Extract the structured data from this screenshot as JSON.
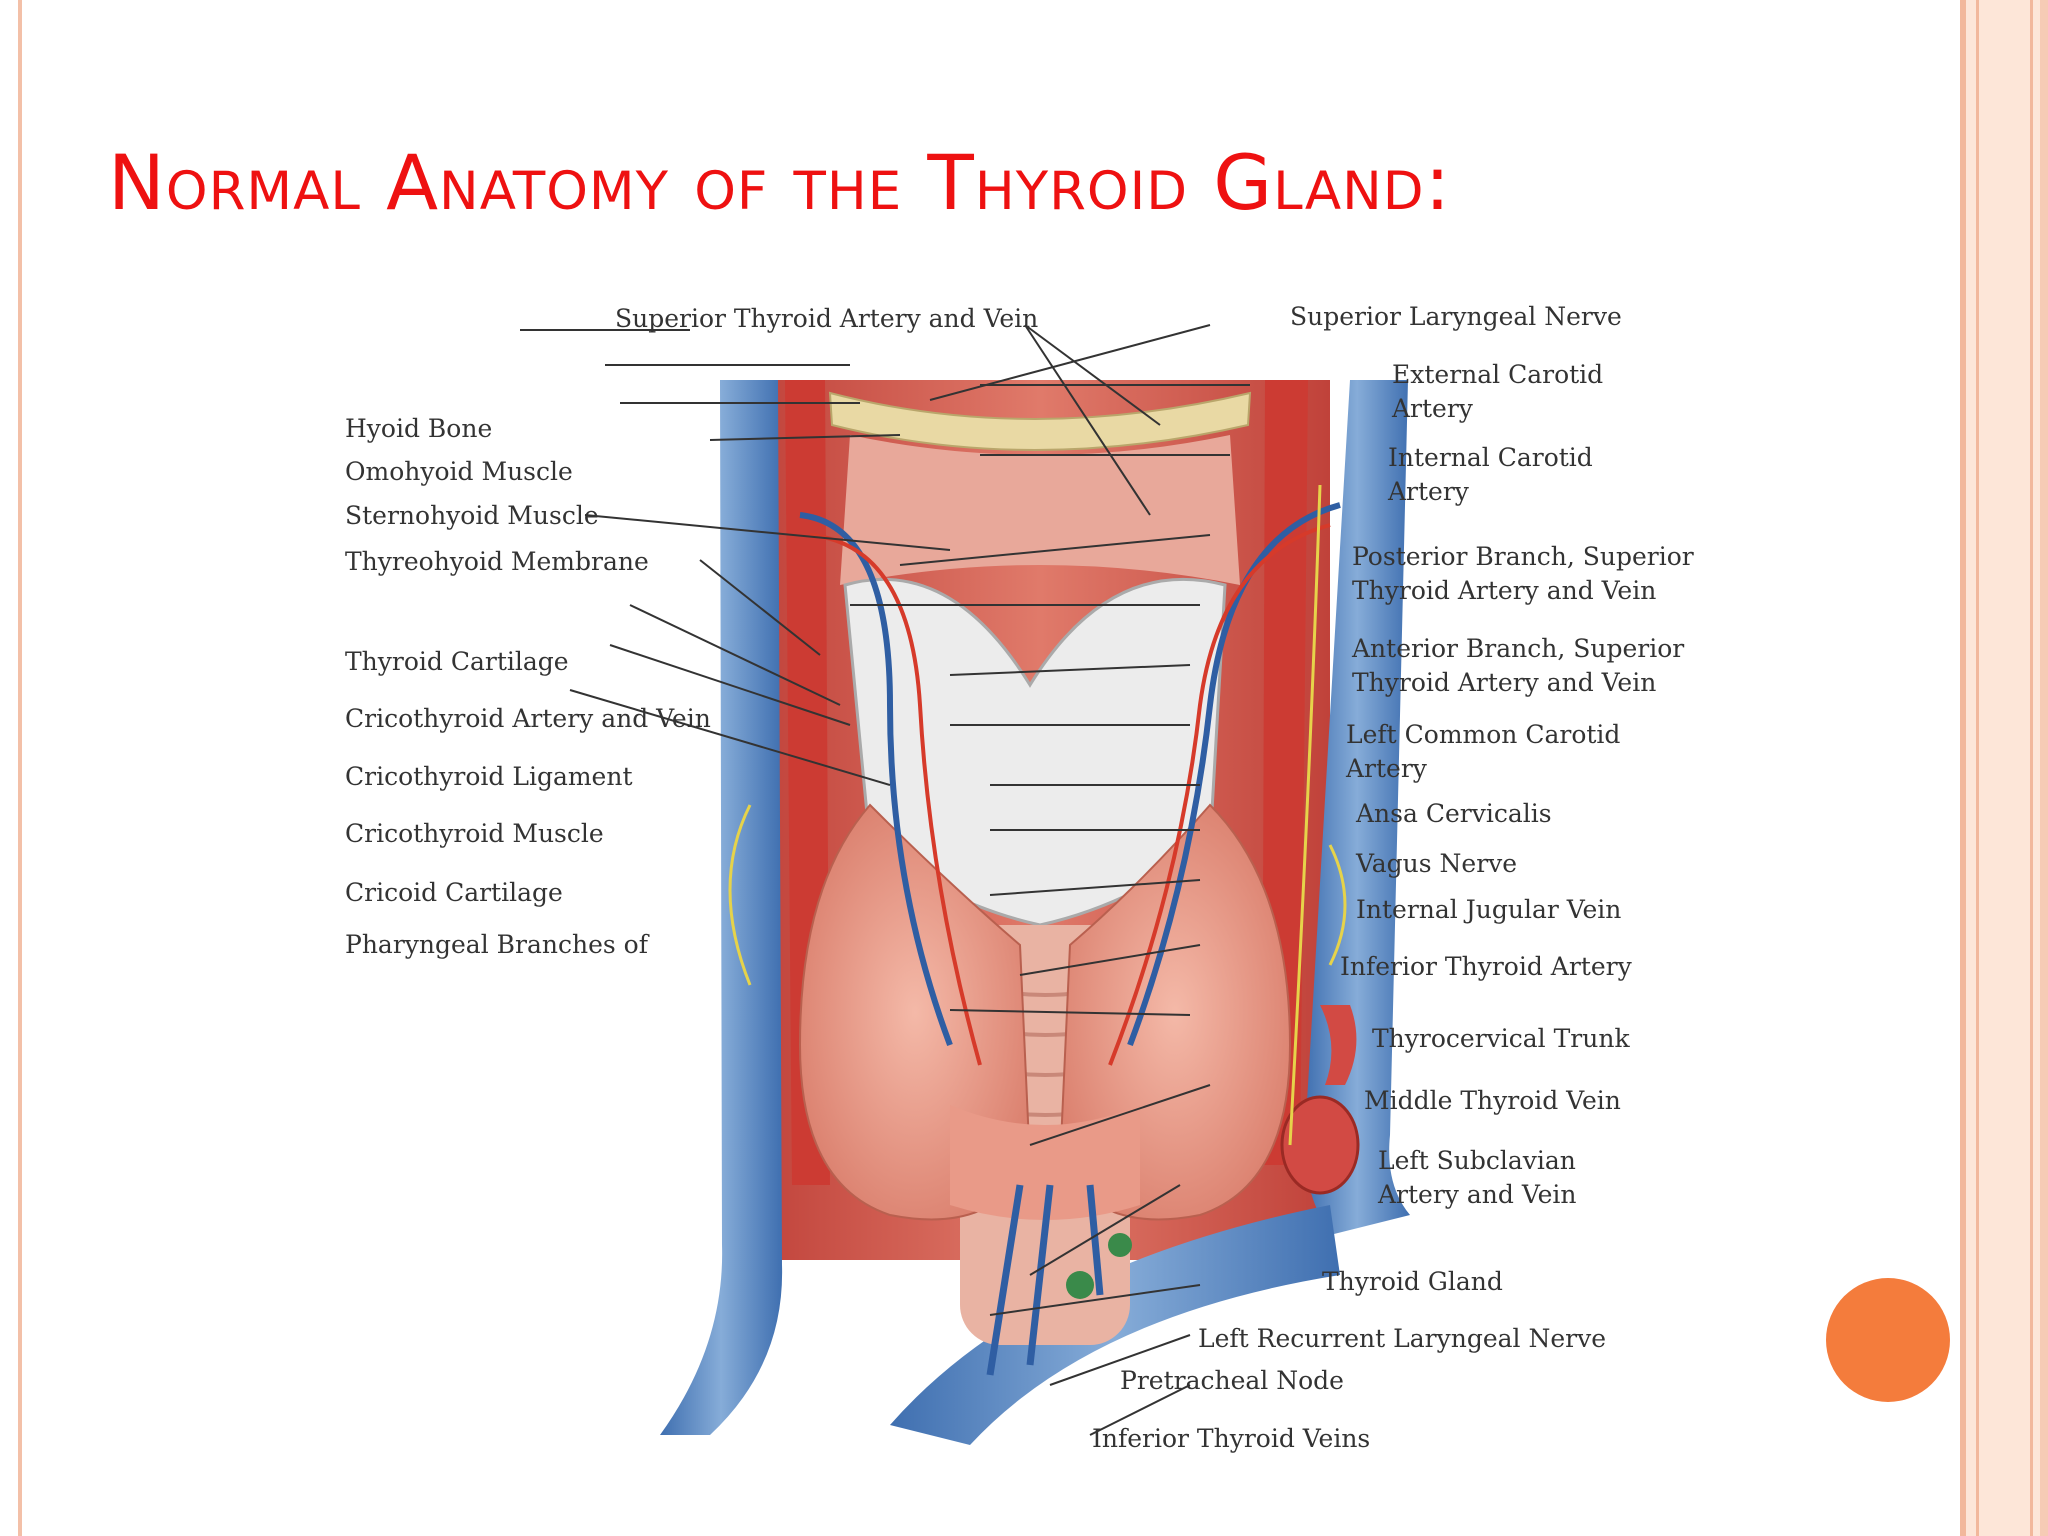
{
  "slide": {
    "title": "Normal Anatomy of the Thyroid Gland:",
    "title_color": "#ee1111",
    "accent_color": "#f47c3c",
    "frame_color": "#f2b89c"
  },
  "diagram": {
    "labels_left": [
      "Hyoid Bone",
      "Omohyoid Muscle",
      "Sternohyoid Muscle",
      "Thyreohyoid Membrane",
      "Thyroid Cartilage",
      "Cricothyroid Artery and Vein",
      "Cricothyroid Ligament",
      "Cricothyroid Muscle",
      "Cricoid Cartilage",
      "Pharyngeal Branches of"
    ],
    "label_top": "Superior Thyroid Artery and Vein",
    "labels_right": [
      [
        "Superior Laryngeal Nerve"
      ],
      [
        "External Carotid",
        "Artery"
      ],
      [
        "Internal Carotid",
        "Artery"
      ],
      [
        "Posterior Branch, Superior",
        "Thyroid Artery and Vein"
      ],
      [
        "Anterior Branch, Superior",
        "Thyroid Artery and Vein"
      ],
      [
        "Left Common Carotid",
        "Artery"
      ],
      [
        "Ansa Cervicalis"
      ],
      [
        "Vagus Nerve"
      ],
      [
        "Internal Jugular Vein"
      ],
      [
        "Inferior Thyroid Artery"
      ],
      [
        "Thyrocervical Trunk"
      ],
      [
        "Middle Thyroid Vein"
      ],
      [
        "Left Subclavian",
        "Artery and Vein"
      ],
      [
        "Thyroid Gland"
      ],
      [
        "Left Recurrent Laryngeal Nerve"
      ],
      [
        "Pretracheal Node"
      ],
      [
        "Inferior Thyroid Veins"
      ]
    ]
  }
}
